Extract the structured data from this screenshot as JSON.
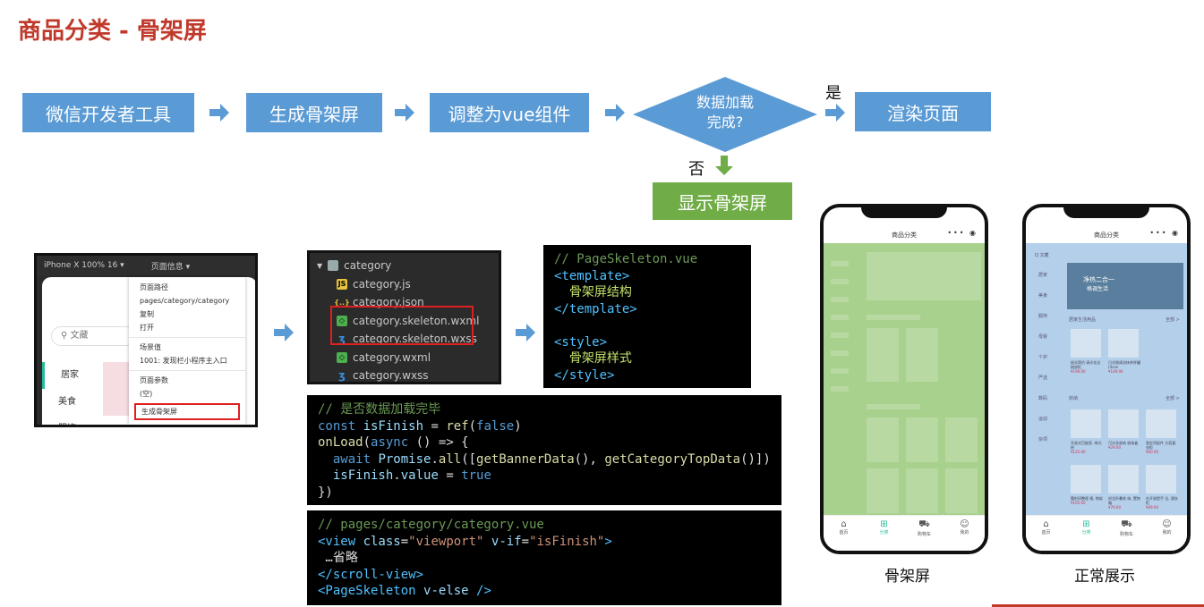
{
  "title": "商品分类 - 骨架屏",
  "flow": {
    "step1": "微信开发者工具",
    "step2": "生成骨架屏",
    "step3": "调整为vue组件",
    "decision_line1": "数据加载",
    "decision_line2": "完成?",
    "yes_label": "是",
    "no_label": "否",
    "yes_step": "渲染页面",
    "no_step": "显示骨架屏"
  },
  "devtools": {
    "device": "iPhone X 100% 16 ▾",
    "page_info": "页面信息 ▾",
    "search_placeholder": "文藏",
    "categories": [
      "居家",
      "美食",
      "服饰"
    ],
    "menu": {
      "path_label": "页面路径",
      "path_value": "pages/category/category",
      "copy": "复制",
      "open": "打开",
      "scene_label": "场景值",
      "scene_value": "1001: 发现栏小程序主入口",
      "params_label": "页面参数",
      "params_value": "(空)",
      "generate": "生成骨架屏"
    }
  },
  "tree": {
    "folder": "category",
    "files": [
      "category.js",
      "category.json",
      "category.skeleton.wxml",
      "category.skeleton.wxss",
      "category.wxml",
      "category.wxss"
    ]
  },
  "code_skeleton": {
    "line1": "// PageSkeleton.vue",
    "line2": "<template>",
    "line3": "  骨架屏结构",
    "line4": "</template>",
    "line6": "<style>",
    "line7": "  骨架屏样式",
    "line8": "</style>"
  },
  "code_logic": {
    "line1": "// 是否数据加载完毕",
    "line2a": "const ",
    "line2b": "isFinish",
    "line2c": " = ",
    "line2d": "ref",
    "line2e": "(",
    "line2f": "false",
    "line2g": ")",
    "line3a": "onLoad",
    "line3b": "(",
    "line3c": "async",
    "line3d": " () => {",
    "line4a": "  await ",
    "line4b": "Promise",
    "line4c": ".",
    "line4d": "all",
    "line4e": "([",
    "line4f": "getBannerData",
    "line4g": "(), ",
    "line4h": "getCategoryTopData",
    "line4i": "()])",
    "line5a": "  isFinish",
    "line5b": ".",
    "line5c": "value",
    "line5d": " = ",
    "line5e": "true",
    "line6": "})"
  },
  "code_view": {
    "line1": "// pages/category/category.vue",
    "line2a": "<view ",
    "line2b": "class",
    "line2c": "=",
    "line2d": "\"viewport\"",
    "line2e": " v-if",
    "line2f": "=",
    "line2g": "\"isFinish\"",
    "line2h": ">",
    "line3": " …省略",
    "line4": "</scroll-view>",
    "line5a": "<PageSkeleton ",
    "line5b": "v-else",
    "line5c": " />"
  },
  "phone_skeleton": {
    "title": "商品分类",
    "caption": "骨架屏"
  },
  "phone_normal": {
    "title": "商品分类",
    "caption": "正常展示",
    "search": "Q 文藏",
    "categories": [
      "居家",
      "美食",
      "服饰",
      "母婴",
      "个护",
      "严选",
      "数码",
      "运动",
      "杂项"
    ],
    "banner_line1": "净热二合一",
    "banner_line2": "格调生活",
    "section1": "居家生活用品",
    "section2": "收纳",
    "more": "全部 >",
    "products1": [
      {
        "name": "极光简约 清光花边抽屉柜",
        "price": "¥199.00"
      },
      {
        "name": "日式格调涼抹茶杯罐(4con",
        "price": "¥149.00"
      }
    ],
    "products2": [
      {
        "name": "开放式百能家, 带式经",
        "price": "¥125.00"
      },
      {
        "name": "可水洗收纳 收纳盒",
        "price": "¥29.00"
      },
      {
        "name": "限定同配件 大容量衣柜",
        "price": "¥60.00"
      },
      {
        "name": "腰射间整理 格, 物架",
        "price": "¥105.00"
      },
      {
        "name": "创全折叠收 纳, 置物箱",
        "price": "¥79.00"
      },
      {
        "name": "在开放提手 全, 通衣柜",
        "price": "¥49.00"
      }
    ]
  },
  "tabbar": [
    "首页",
    "分类",
    "购物车",
    "我的"
  ],
  "colors": {
    "title": "#c0392b",
    "flow_box": "#5b9bd5",
    "green_box": "#70ad47",
    "skeleton_overlay": "#a9d18e",
    "normal_overlay": "#b4cfe9"
  }
}
